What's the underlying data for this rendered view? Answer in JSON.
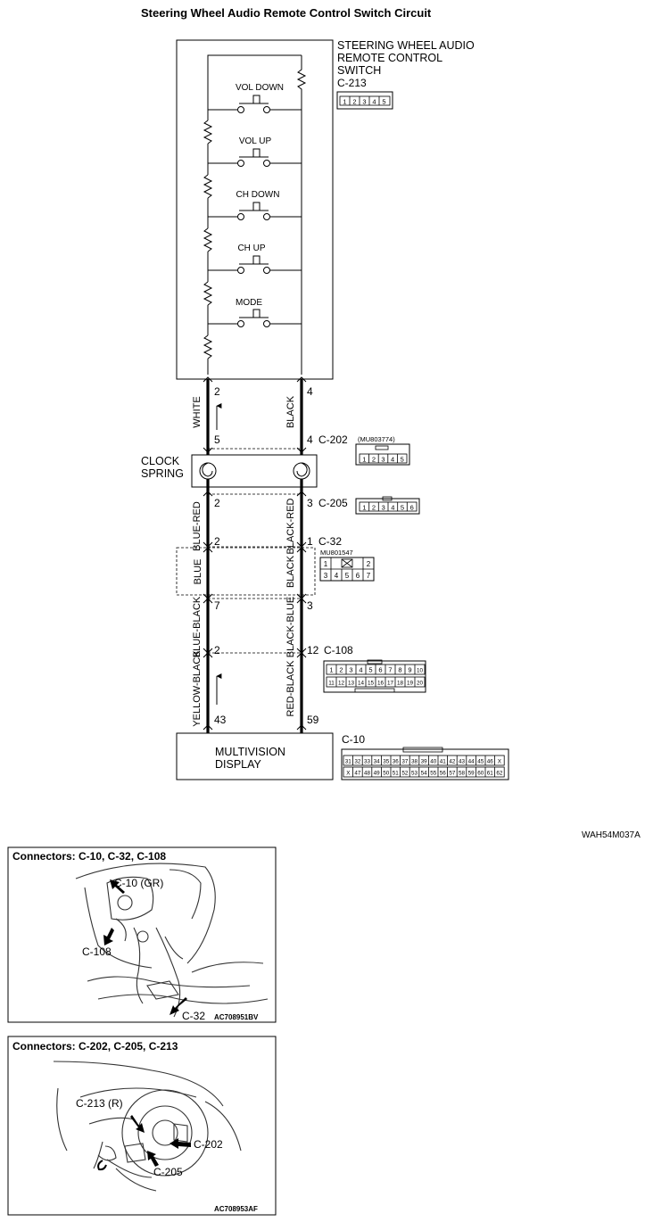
{
  "title": "Steering Wheel Audio Remote Control Switch Circuit",
  "diagram_code": "WAH54M037A",
  "switch_box": {
    "name_lines": [
      "STEERING WHEEL AUDIO",
      "REMOTE CONTROL",
      "SWITCH"
    ],
    "connector": "C-213",
    "pins": [
      "1",
      "2",
      "3",
      "4",
      "5"
    ],
    "switches": [
      "VOL DOWN",
      "VOL UP",
      "CH DOWN",
      "CH UP",
      "MODE"
    ]
  },
  "wires": {
    "w1": {
      "left_pin_top": "2",
      "left_color": "WHITE",
      "left_pin_bottom": "5",
      "right_pin_top": "4",
      "right_color": "BLACK",
      "right_pin_bottom": "4"
    },
    "c202": {
      "label": "C-202",
      "part": "(MU803774)",
      "pins": [
        "1",
        "2",
        "3",
        "4",
        "5"
      ]
    },
    "clock_spring": [
      "CLOCK",
      "SPRING"
    ],
    "w2": {
      "left_pin_top": "2",
      "left_color": "BLUE-RED",
      "right_pin_top": "3",
      "right_color": "BLACK-RED"
    },
    "c205": {
      "label": "C-205",
      "pins": [
        "1",
        "2",
        "3",
        "4",
        "5",
        "6"
      ]
    },
    "w3": {
      "left_pin_top": "2",
      "left_color": "BLUE",
      "right_pin_top": "1",
      "right_color": "BLACK"
    },
    "c32": {
      "label": "C-32",
      "part": "MU801547",
      "row1": [
        "1",
        "",
        "2"
      ],
      "row2": [
        "3",
        "4",
        "5",
        "6",
        "7"
      ]
    },
    "w4": {
      "left_pin_top": "7",
      "left_color": "BLUE-BLACK",
      "right_pin_top": "3",
      "right_color": "BLACK-BLUE"
    },
    "w5": {
      "left_pin_top": "2",
      "left_color": "YELLOW-BLACK",
      "left_pin_bottom": "43",
      "right_pin_top": "12",
      "right_color": "RED-BLACK",
      "right_pin_bottom": "59"
    },
    "c108": {
      "label": "C-108",
      "row1": [
        "1",
        "2",
        "3",
        "4",
        "5",
        "6",
        "7",
        "8",
        "9",
        "10"
      ],
      "row2": [
        "11",
        "12",
        "13",
        "14",
        "15",
        "16",
        "17",
        "18",
        "19",
        "20"
      ]
    }
  },
  "display_box": {
    "name_lines": [
      "MULTIVISION",
      "DISPLAY"
    ],
    "connector": "C-10",
    "row1": [
      "31",
      "32",
      "33",
      "34",
      "35",
      "36",
      "37",
      "38",
      "39",
      "40",
      "41",
      "42",
      "43",
      "44",
      "45",
      "46",
      "X"
    ],
    "row2": [
      "X",
      "47",
      "48",
      "49",
      "50",
      "51",
      "52",
      "53",
      "54",
      "55",
      "56",
      "57",
      "58",
      "59",
      "60",
      "61",
      "62"
    ]
  },
  "photo1": {
    "heading": "Connectors: C-10, C-32, C-108",
    "callouts": [
      "C-10 (GR)",
      "C-108",
      "C-32"
    ],
    "code": "AC708951BV"
  },
  "photo2": {
    "heading": "Connectors: C-202, C-205, C-213",
    "callouts": [
      "C-213 (R)",
      "C-202",
      "C-205"
    ],
    "code": "AC708953AF"
  }
}
